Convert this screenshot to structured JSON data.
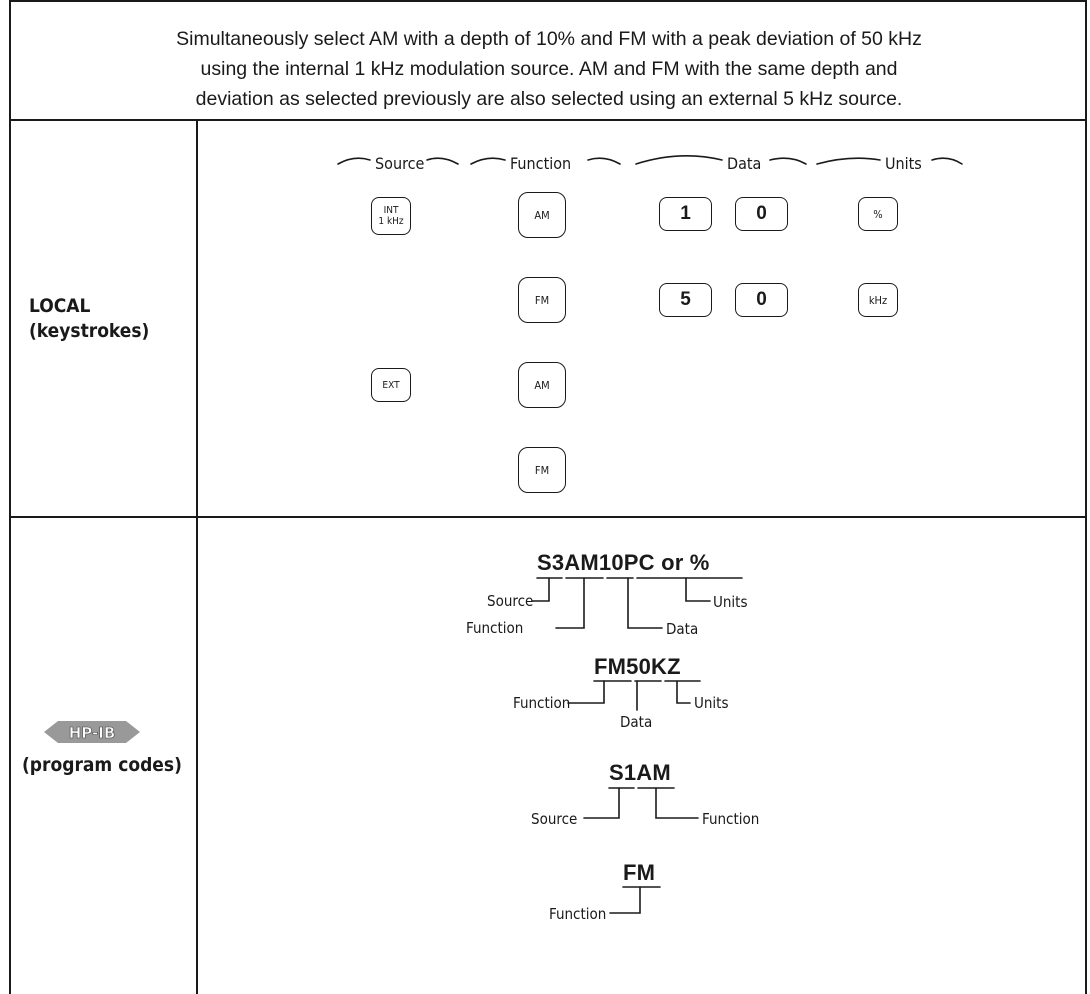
{
  "intro": {
    "line1": "Simultaneously select AM with a depth of 10% and FM with a peak deviation of 50 kHz",
    "line2": "using the internal 1 kHz modulation source. AM and FM with the same depth and",
    "line3": "deviation as selected previously are also selected using an external 5 kHz source."
  },
  "local": {
    "title": "LOCAL",
    "subtitle": "(keystrokes)",
    "headers": {
      "source": "Source",
      "function": "Function",
      "data": "Data",
      "units": "Units"
    },
    "keys": {
      "int_line1": "INT",
      "int_line2": "1 kHz",
      "ext": "EXT",
      "am": "AM",
      "fm": "FM",
      "one": "1",
      "zero": "0",
      "five": "5",
      "percent": "%",
      "khz": "kHz"
    }
  },
  "hpib": {
    "badge": "HP-IB",
    "subtitle": "(program codes)",
    "codes": [
      {
        "text": "S3AM10PC or %",
        "labels": {
          "source": "Source",
          "function": "Function",
          "data": "Data",
          "units": "Units"
        }
      },
      {
        "text": "FM50KZ",
        "labels": {
          "function": "Function",
          "data": "Data",
          "units": "Units"
        }
      },
      {
        "text": "S1AM",
        "labels": {
          "source": "Source",
          "function": "Function"
        }
      },
      {
        "text": "FM",
        "labels": {
          "function": "Function"
        }
      }
    ]
  }
}
